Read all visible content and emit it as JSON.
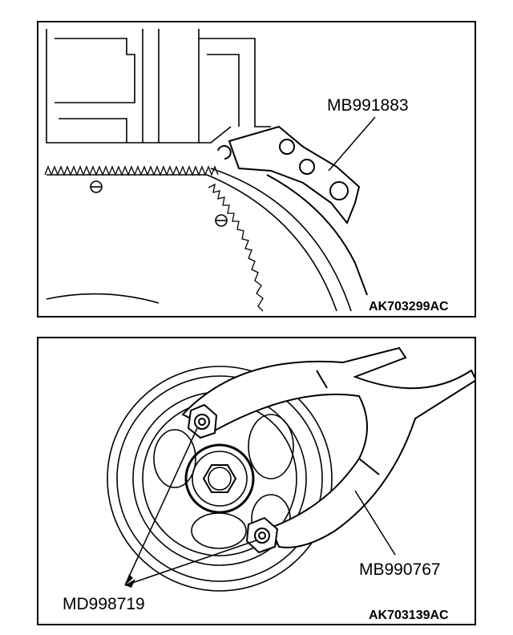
{
  "figures": [
    {
      "part_label": "MB991883",
      "figure_code": "AK703299AC"
    },
    {
      "part_label_tool": "MB990767",
      "part_label_pins": "MD998719",
      "figure_code": "AK703139AC"
    }
  ],
  "colors": {
    "line": "#000000",
    "background": "#ffffff"
  }
}
